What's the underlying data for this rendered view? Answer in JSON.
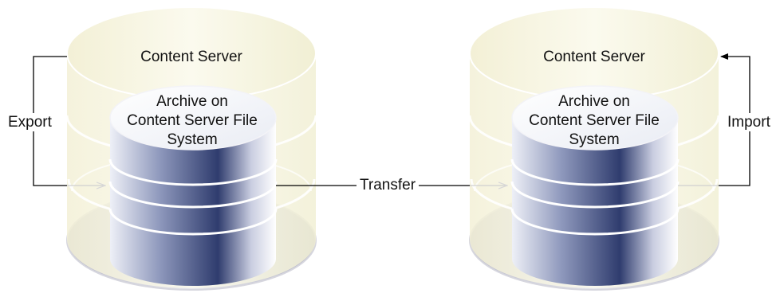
{
  "servers": [
    {
      "title": "Content Server",
      "archive_lines": [
        "Archive on",
        "Content Server File",
        "System"
      ]
    },
    {
      "title": "Content Server",
      "archive_lines": [
        "Archive on",
        "Content Server File",
        "System"
      ]
    }
  ],
  "flows": {
    "export_label": "Export",
    "transfer_label": "Transfer",
    "import_label": "Import"
  },
  "colors": {
    "outer_cylinder": "#f7f7e6",
    "outer_top": "#f4f3dc",
    "base_gray": "#c9c9d4",
    "archive_dark": "#2f3c6e",
    "archive_light": "#ffffff",
    "line": "#000000"
  }
}
